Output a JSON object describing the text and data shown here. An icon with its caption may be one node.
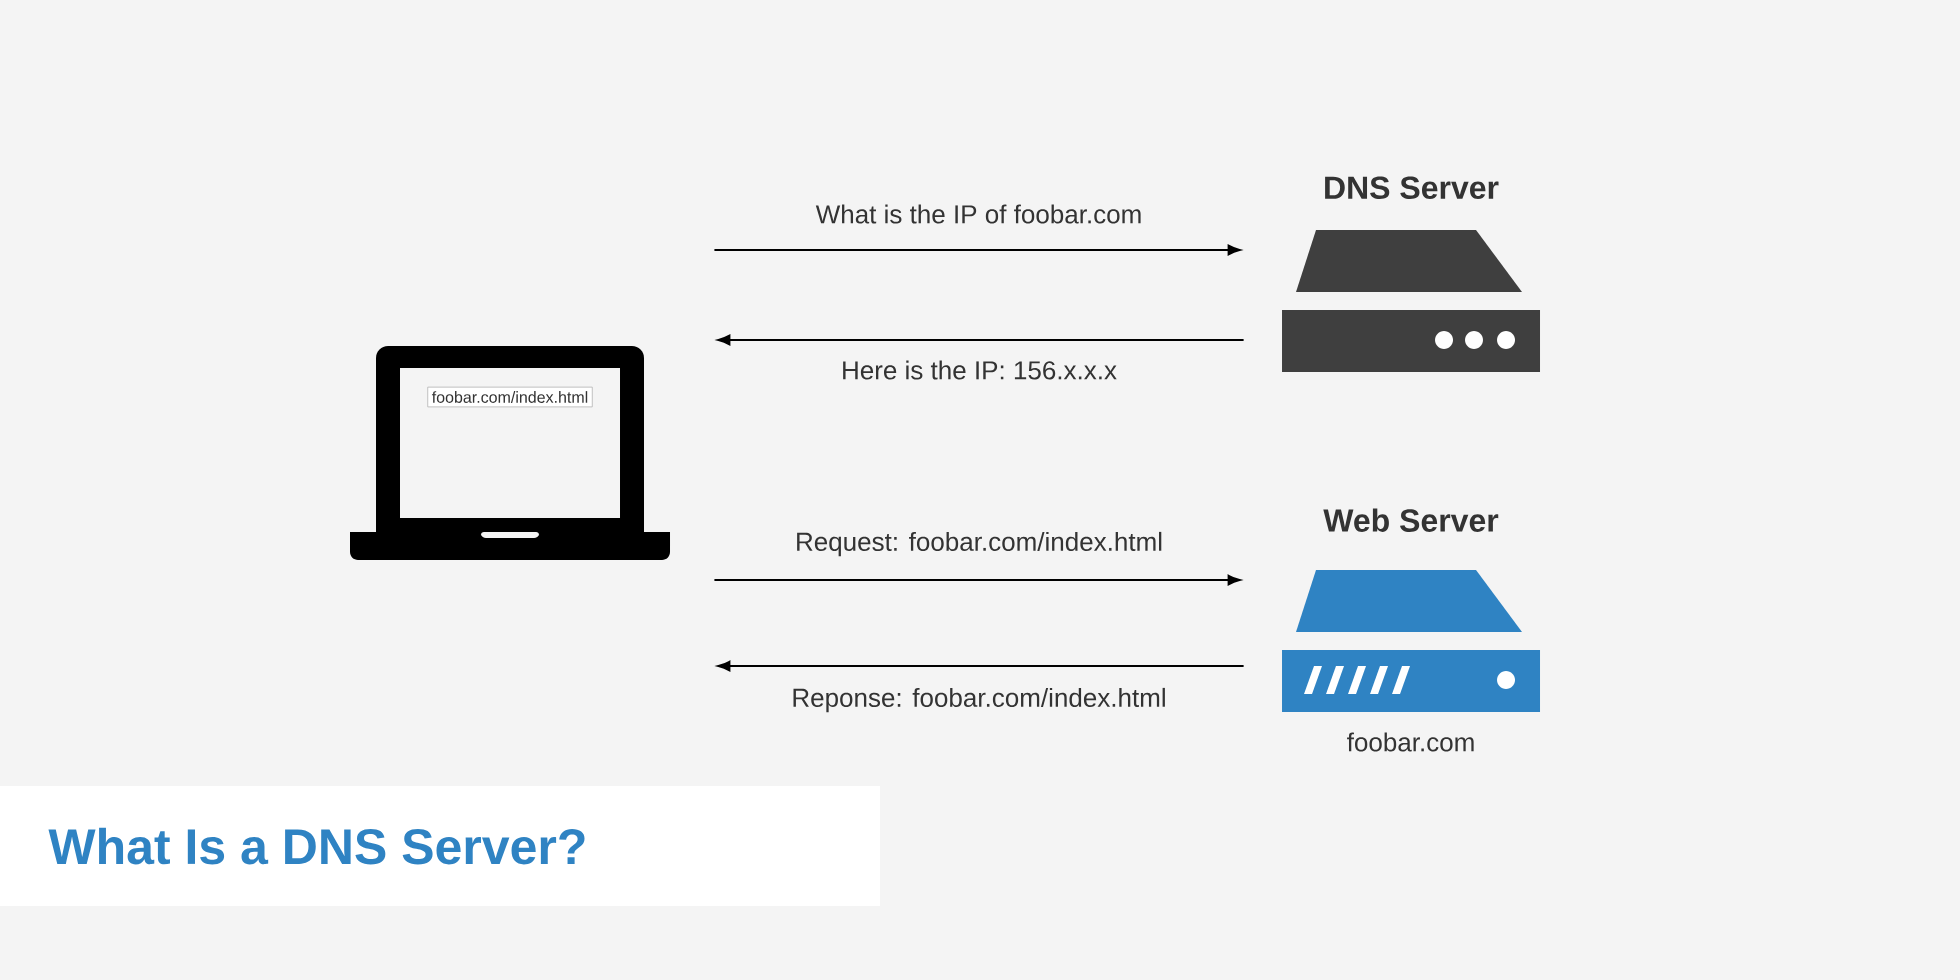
{
  "diagram": {
    "title": "What Is a DNS Server?",
    "nodes": [
      {
        "text": [],
        "shape": "picture"
      },
      {
        "text": [
          "foobar.com/index.html"
        ],
        "in": 0
      },
      {
        "text": [
          "DNS Server"
        ]
      },
      {
        "text": [
          "Web Server"
        ],
        "beside": [
          "foobar.com"
        ]
      }
    ],
    "edges": [
      {
        "from": 0,
        "to": 2,
        "arrow": "to",
        "label": "What is the IP of foobar.com"
      },
      {
        "from": 2,
        "to": 0,
        "arrow": "to",
        "label": "Here is the IP: 156.x.x.x"
      },
      {
        "from": 0,
        "to": 3,
        "arrow": "to",
        "label": "Request: foobar.com/index.html"
      },
      {
        "from": 3,
        "to": 0,
        "arrow": "to",
        "label": "Reponse: foobar.com/index.html"
      }
    ]
  }
}
